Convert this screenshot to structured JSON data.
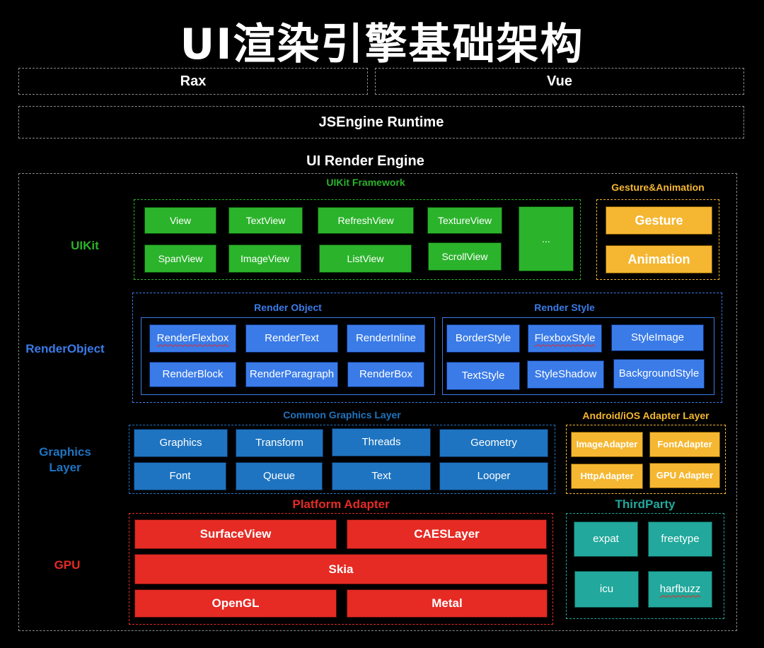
{
  "title": "UI渲染引擎基础架构",
  "top": {
    "rax": "Rax",
    "vue": "Vue",
    "jsengine": "JSEngine Runtime",
    "engine": "UI Render Engine"
  },
  "colors": {
    "green": "#2bb32b",
    "orange": "#f5b731",
    "blue": "#3a7be8",
    "teal_blue": "#1e74c0",
    "red": "#e52b24",
    "teal": "#22a89c"
  },
  "uikit": {
    "label": "UIKit",
    "framework": "UIKit Framework",
    "items": [
      "View",
      "TextView",
      "RefreshView",
      "TextureView",
      "SpanView",
      "ImageView",
      "ListView",
      "ScrollView",
      "..."
    ]
  },
  "gesture": {
    "label": "Gesture&Animation",
    "items": [
      "Gesture",
      "Animation"
    ]
  },
  "renderobject": {
    "label": "RenderObject",
    "object_title": "Render Object",
    "object_items": [
      "RenderFlexbox",
      "RenderText",
      "RenderInline",
      "RenderBlock",
      "RenderParagraph",
      "RenderBox"
    ],
    "style_title": "Render Style",
    "style_items": [
      "BorderStyle",
      "FlexboxStyle",
      "StyleImage",
      "TextStyle",
      "StyleShadow",
      "BackgroundStyle"
    ]
  },
  "graphics": {
    "label": "Graphics\nLayer",
    "common_title": "Common Graphics Layer",
    "items": [
      "Graphics",
      "Transform",
      "Threads",
      "Geometry",
      "Font",
      "Queue",
      "Text",
      "Looper"
    ]
  },
  "adapter": {
    "title": "Android/iOS Adapter Layer",
    "items": [
      "ImageAdapter",
      "FontAdapter",
      "HttpAdapter",
      "GPU Adapter"
    ]
  },
  "gpu": {
    "label": "GPU",
    "platform_title": "Platform Adapter",
    "items": [
      "SurfaceView",
      "CAESLayer",
      "Skia",
      "OpenGL",
      "Metal"
    ]
  },
  "thirdparty": {
    "title": "ThirdParty",
    "items": [
      "expat",
      "freetype",
      "icu",
      "harfbuzz"
    ]
  }
}
